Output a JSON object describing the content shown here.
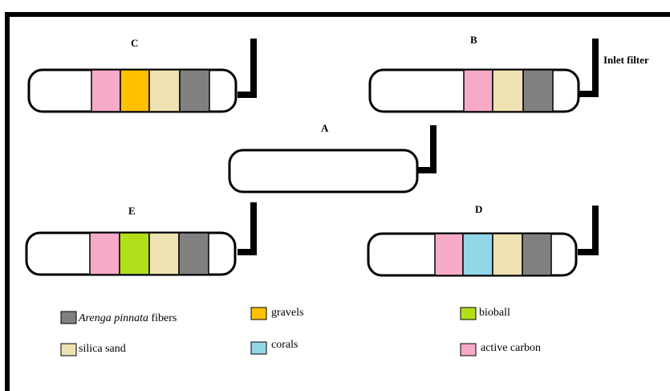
{
  "colors": {
    "arenga_pinnata": "#808080",
    "gravels": "#ffc000",
    "bioball": "#b2df1a",
    "silica_sand": "#eee2b3",
    "corals": "#92d6e8",
    "active_carbon": "#f7aac8",
    "border": "#000000"
  },
  "filters": {
    "A": {
      "label": "A",
      "layers": []
    },
    "B": {
      "label": "B",
      "layers": [
        "active_carbon",
        "silica_sand",
        "arenga_pinnata"
      ]
    },
    "C": {
      "label": "C",
      "layers": [
        "active_carbon",
        "gravels",
        "silica_sand",
        "arenga_pinnata"
      ]
    },
    "D": {
      "label": "D",
      "layers": [
        "active_carbon",
        "corals",
        "silica_sand",
        "arenga_pinnata"
      ]
    },
    "E": {
      "label": "E",
      "layers": [
        "active_carbon",
        "bioball",
        "silica_sand",
        "arenga_pinnata"
      ]
    }
  },
  "inlet_label": "Inlet filter",
  "legend": {
    "arenga": {
      "italic": "Arenga pinnata",
      "rest": " fibers",
      "color_key": "arenga_pinnata"
    },
    "gravels": {
      "text": "gravels",
      "color_key": "gravels"
    },
    "bioball": {
      "text": "bioball",
      "color_key": "bioball"
    },
    "silica": {
      "text": "silica sand",
      "color_key": "silica_sand"
    },
    "corals": {
      "text": "corals",
      "color_key": "corals"
    },
    "carbon": {
      "text": "active carbon",
      "color_key": "active_carbon"
    }
  }
}
